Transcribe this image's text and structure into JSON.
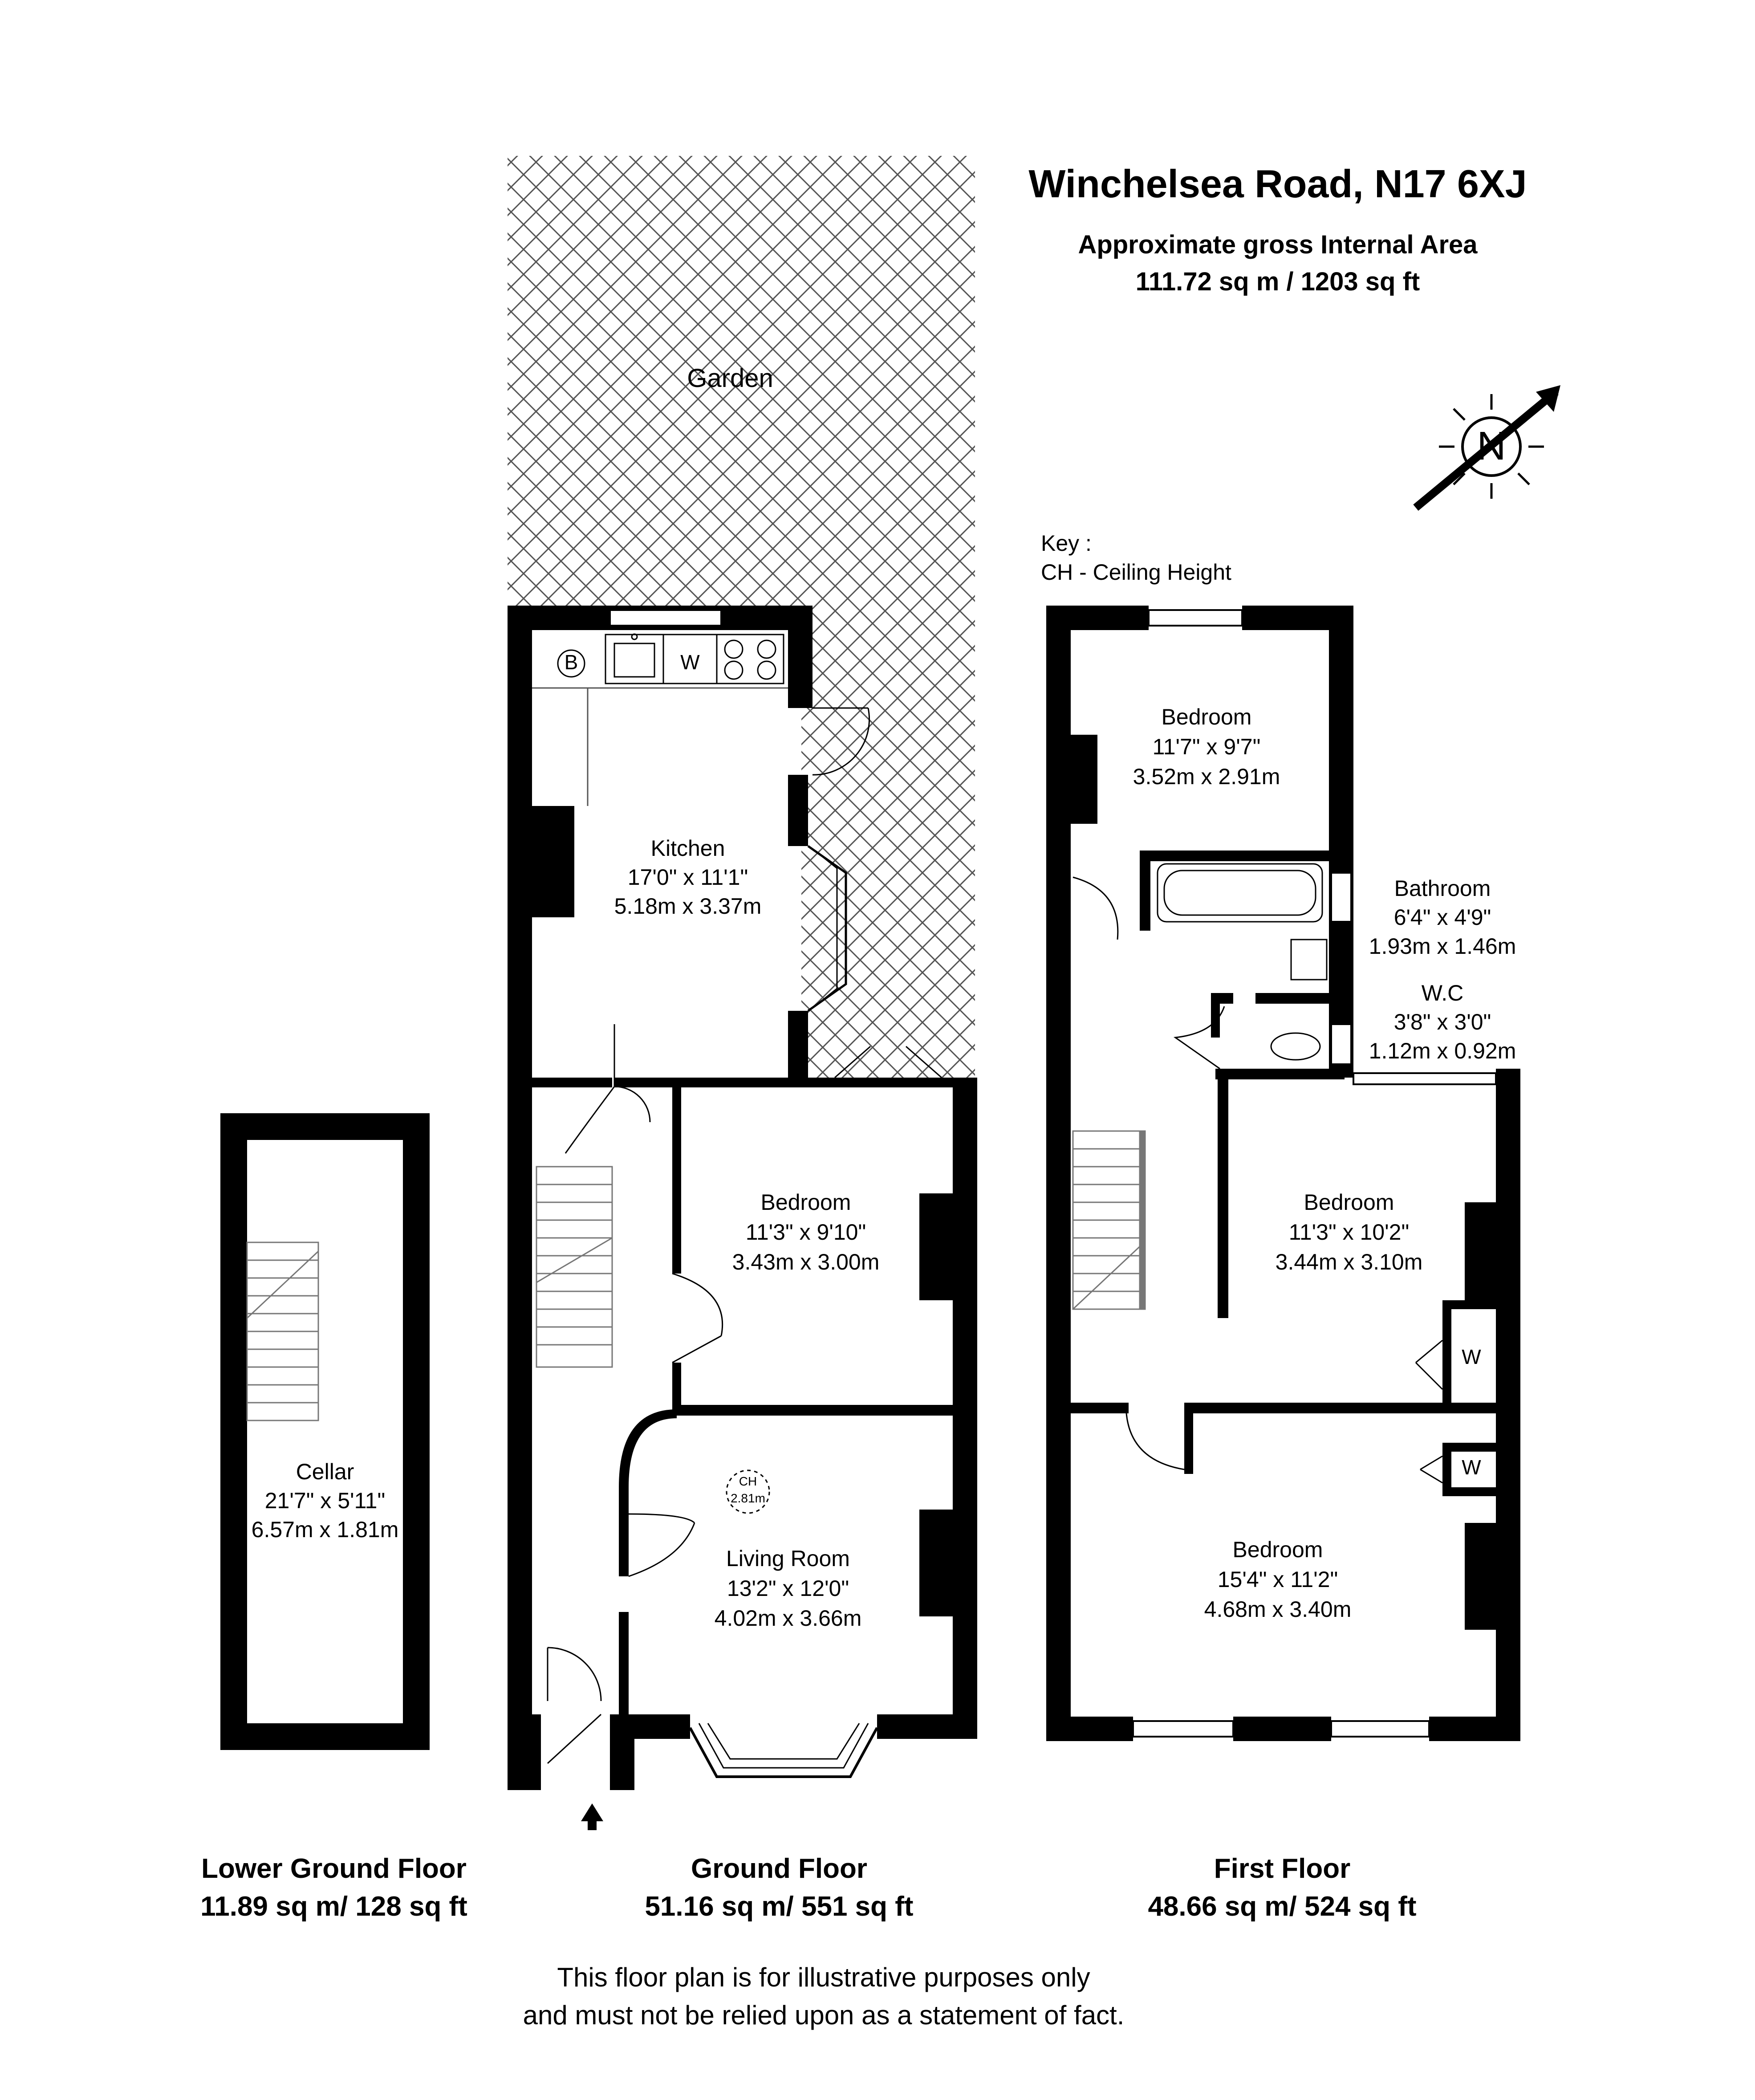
{
  "header": {
    "title": "Winchelsea Road, N17 6XJ",
    "area_label": "Approximate gross Internal Area",
    "area_value": "111.72 sq m / 1203 sq ft"
  },
  "key": {
    "title": "Key :",
    "entry": "CH - Ceiling Height"
  },
  "compass": {
    "letter": "N",
    "icon": "north-arrow-icon"
  },
  "garden": {
    "label": "Garden"
  },
  "rooms": {
    "kitchen": {
      "name": "Kitchen",
      "imperial": "17'0\" x 11'1\"",
      "metric": "5.18m x 3.37m"
    },
    "ground_bedroom": {
      "name": "Bedroom",
      "imperial": "11'3\" x 9'10\"",
      "metric": "3.43m x 3.00m"
    },
    "living_room": {
      "name": "Living Room",
      "imperial": "13'2\" x 12'0\"",
      "metric": "4.02m x 3.66m"
    },
    "cellar": {
      "name": "Cellar",
      "imperial": "21'7\" x 5'11\"",
      "metric": "6.57m x 1.81m"
    },
    "first_bedroom_rear": {
      "name": "Bedroom",
      "imperial": "11'7\" x 9'7\"",
      "metric": "3.52m x 2.91m"
    },
    "bathroom": {
      "name": "Bathroom",
      "imperial": "6'4\" x 4'9\"",
      "metric": "1.93m x 1.46m"
    },
    "wc": {
      "name": "W.C",
      "imperial": "3'8\" x 3'0\"",
      "metric": "1.12m x 0.92m"
    },
    "first_bedroom_middle": {
      "name": "Bedroom",
      "imperial": "11'3\" x 10'2\"",
      "metric": "3.44m x 3.10m"
    },
    "first_bedroom_front": {
      "name": "Bedroom",
      "imperial": "15'4\" x 11'2\"",
      "metric": "4.68m x 3.40m"
    }
  },
  "fixtures": {
    "boiler": "B",
    "washer": "W",
    "wardrobe_upper": "W",
    "wardrobe_lower": "W",
    "ceiling_height_label": "CH",
    "ceiling_height_value": "2.81m"
  },
  "floors": {
    "lower_ground": {
      "name": "Lower Ground Floor",
      "area": "11.89 sq m/ 128 sq ft"
    },
    "ground": {
      "name": "Ground Floor",
      "area": "51.16 sq m/ 551 sq ft"
    },
    "first": {
      "name": "First Floor",
      "area": "48.66 sq m/ 524 sq ft"
    }
  },
  "disclaimer": {
    "line1": "This floor plan is for illustrative purposes only",
    "line2": "and must not be relied upon as a statement of fact."
  }
}
